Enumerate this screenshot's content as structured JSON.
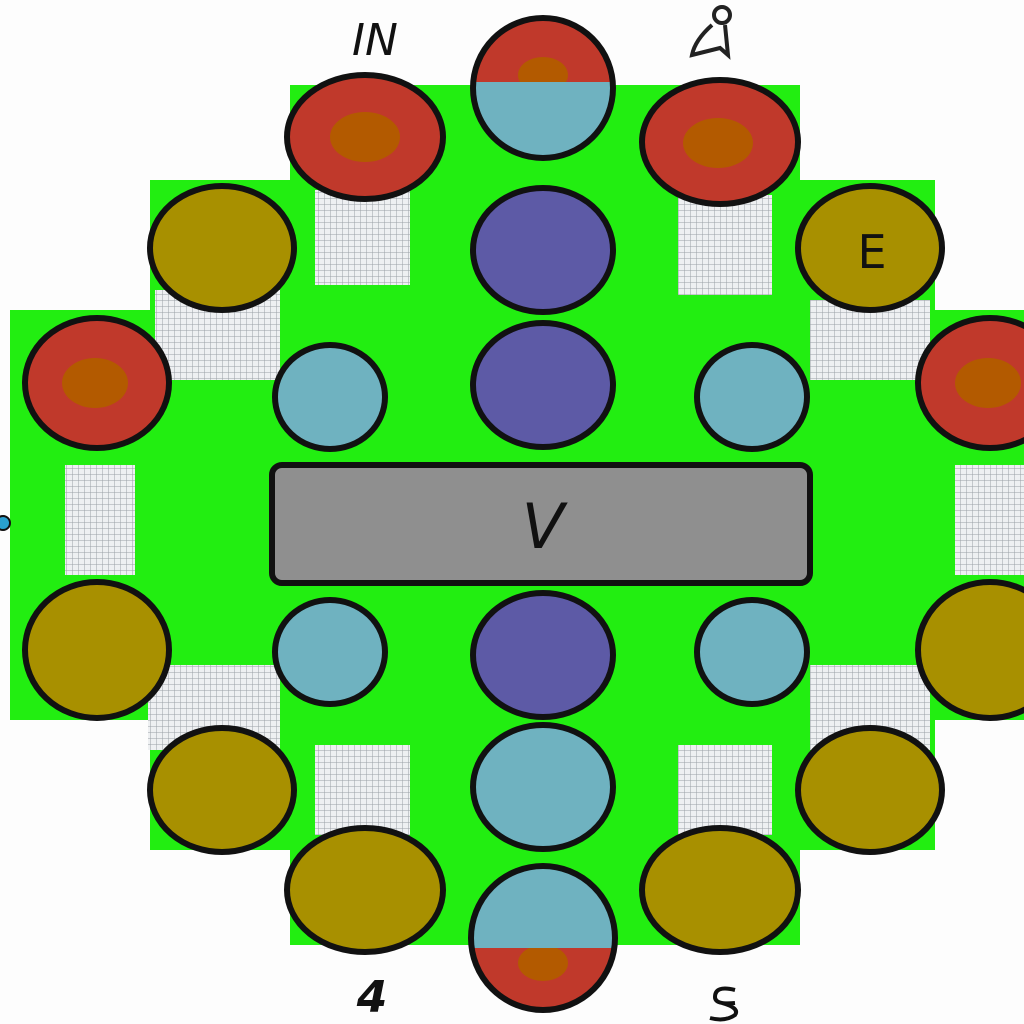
{
  "colors": {
    "background": "#fdfdfd",
    "board": "#22ee11",
    "red": "#c0392b",
    "red_core": "#b35a00",
    "olive": "#a89000",
    "purple": "#5d5aa6",
    "blue": "#6fb2c0",
    "bar": "#8f8f8f",
    "outline": "#111111"
  },
  "labels": {
    "top_left": "IN",
    "bottom_left": "4",
    "right_circle": "E",
    "center_bar": "V"
  }
}
